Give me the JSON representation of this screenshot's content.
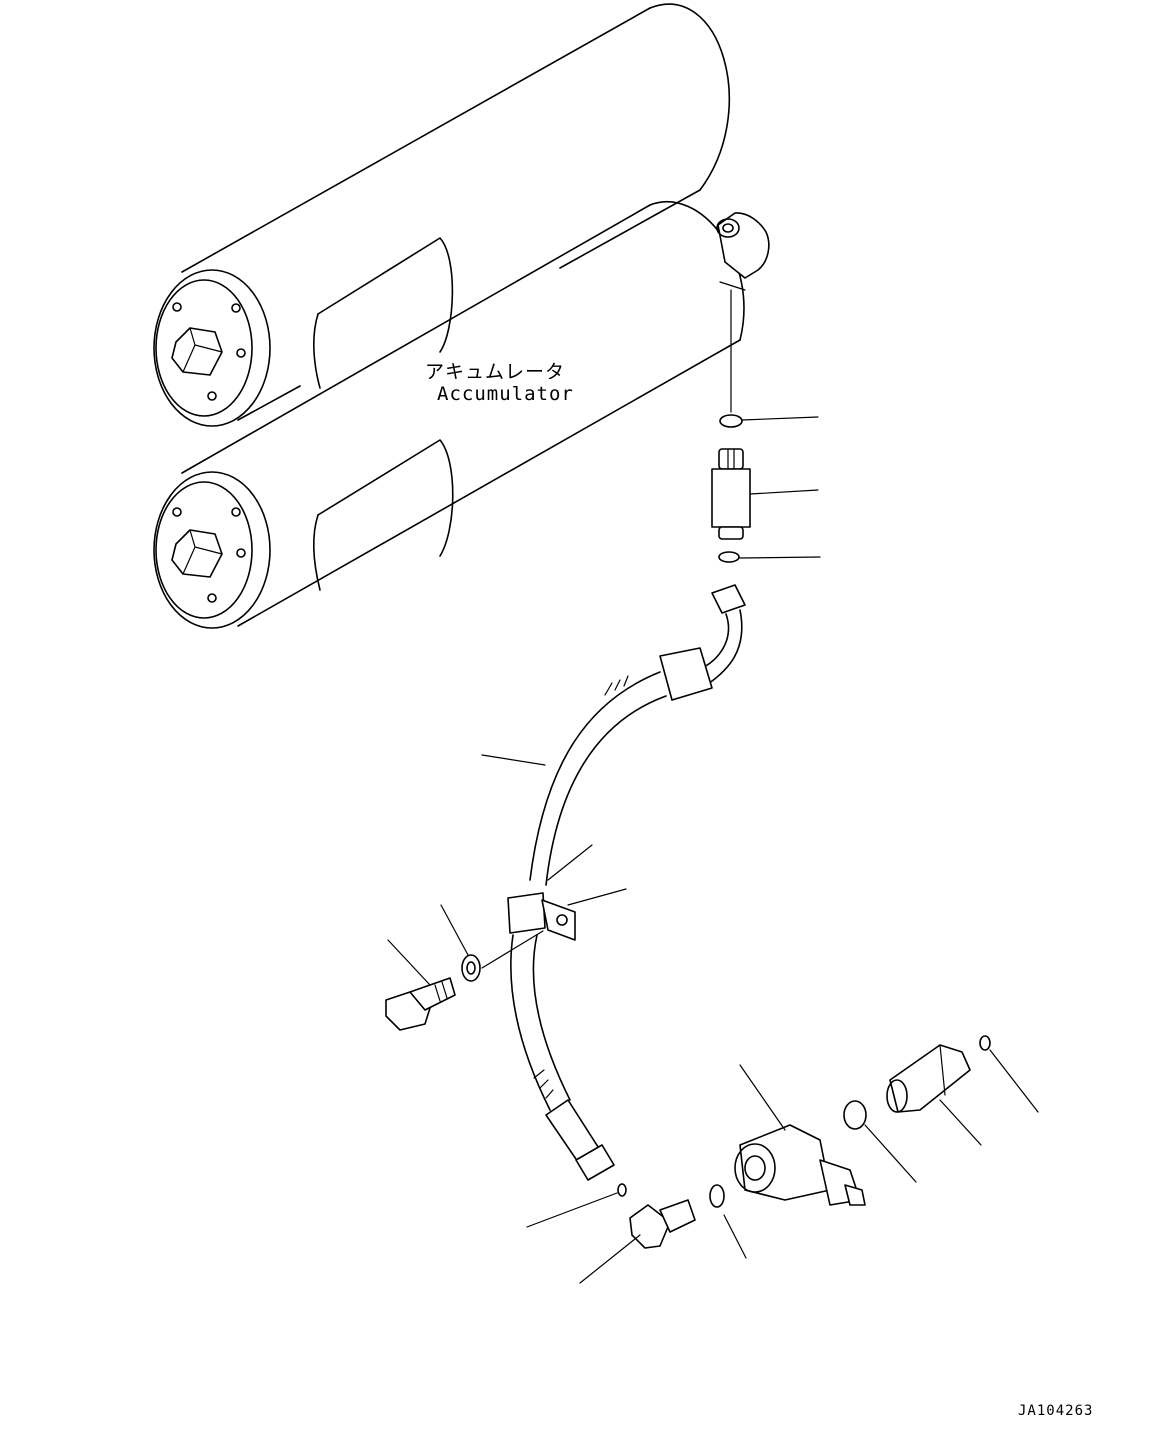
{
  "labels": {
    "accumulator_jp": "アキュムレータ",
    "accumulator_en": "Accumulator"
  },
  "drawing_id": "JA104263"
}
